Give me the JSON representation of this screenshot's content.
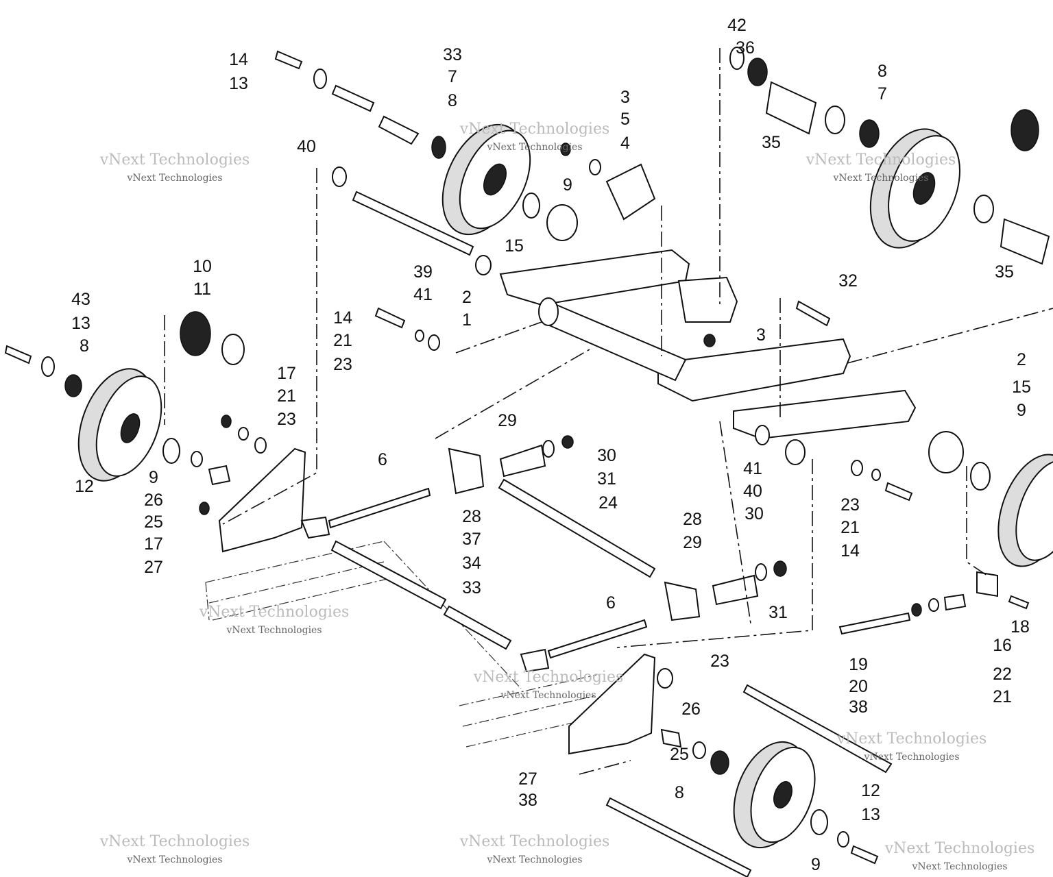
{
  "diagram": {
    "title": "Rear suspension exploded parts diagram",
    "watermark": "vNext Technologies",
    "callouts": [
      "42",
      "36",
      "8",
      "7",
      "35",
      "35",
      "14",
      "13",
      "33",
      "7",
      "8",
      "3",
      "5",
      "4",
      "40",
      "9",
      "15",
      "39",
      "41",
      "2",
      "1",
      "14",
      "21",
      "23",
      "32",
      "3",
      "10",
      "11",
      "43",
      "13",
      "8",
      "17",
      "21",
      "23",
      "2",
      "15",
      "9",
      "12",
      "9",
      "26",
      "25",
      "17",
      "27",
      "6",
      "29",
      "30",
      "31",
      "28",
      "37",
      "24",
      "41",
      "40",
      "30",
      "28",
      "29",
      "23",
      "21",
      "14",
      "34",
      "33",
      "6",
      "31",
      "18",
      "19",
      "16",
      "22",
      "20",
      "21",
      "23",
      "38",
      "26",
      "25",
      "27",
      "8",
      "12",
      "38",
      "13",
      "9"
    ]
  }
}
